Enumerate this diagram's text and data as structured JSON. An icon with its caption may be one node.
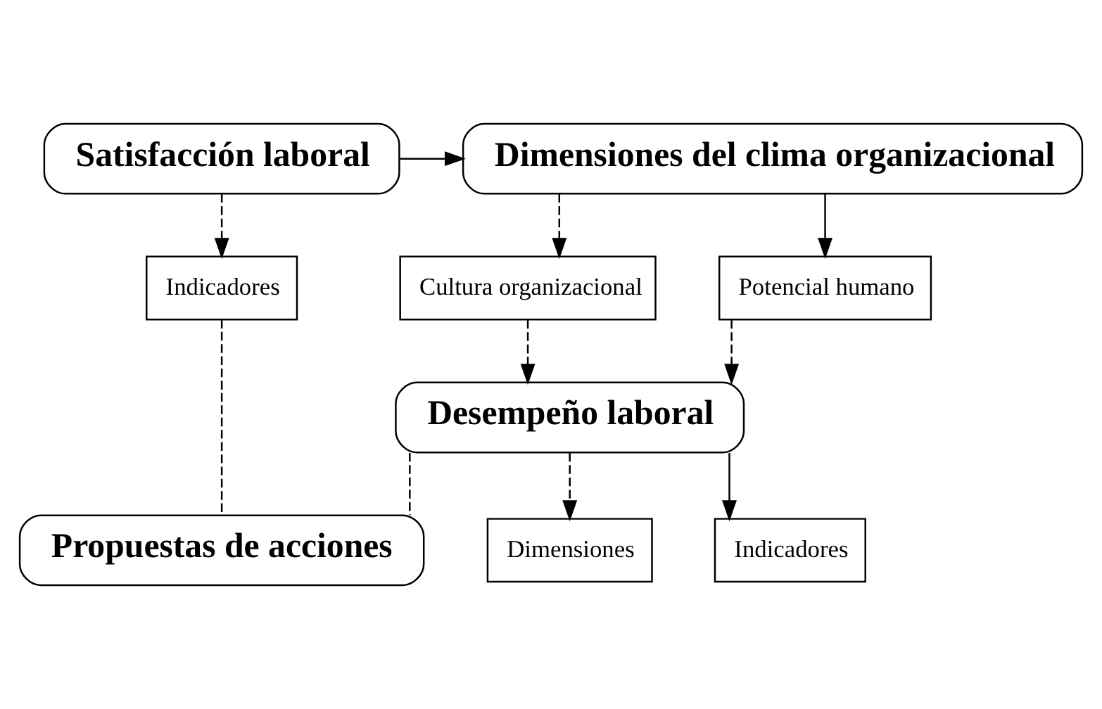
{
  "diagram": {
    "nodes": [
      {
        "text": [
          "Satisfacción laboral"
        ]
      },
      {
        "text": [
          "Dimensiones del clima organizacional"
        ]
      },
      {
        "text": [
          "Indicadores"
        ]
      },
      {
        "text": [
          "Cultura organizacional"
        ]
      },
      {
        "text": [
          "Potencial humano"
        ]
      },
      {
        "text": [
          "Desempeño laboral"
        ]
      },
      {
        "text": [
          "Dimensiones"
        ]
      },
      {
        "text": [
          "Indicadores"
        ]
      },
      {
        "text": [
          "Propuestas de acciones"
        ]
      }
    ],
    "edges": [
      {
        "from": 0,
        "to": 1,
        "arrow": "to"
      },
      {
        "from": 0,
        "to": 2,
        "arrow": "to",
        "style": "dashed"
      },
      {
        "from": 1,
        "to": 3,
        "arrow": "to",
        "style": "dashed"
      },
      {
        "from": 1,
        "to": 4,
        "arrow": "to"
      },
      {
        "from": 3,
        "to": 5,
        "arrow": "to",
        "style": "dashed"
      },
      {
        "from": 4,
        "to": 5,
        "arrow": "to",
        "style": "dashed"
      },
      {
        "from": 5,
        "to": 6,
        "arrow": "to",
        "style": "dashed"
      },
      {
        "from": 5,
        "to": 7,
        "arrow": "to"
      },
      {
        "from": 2,
        "to": 8,
        "arrow": "none",
        "style": "dashed"
      },
      {
        "from": 5,
        "to": 8,
        "arrow": "none",
        "style": "dashed"
      }
    ]
  }
}
